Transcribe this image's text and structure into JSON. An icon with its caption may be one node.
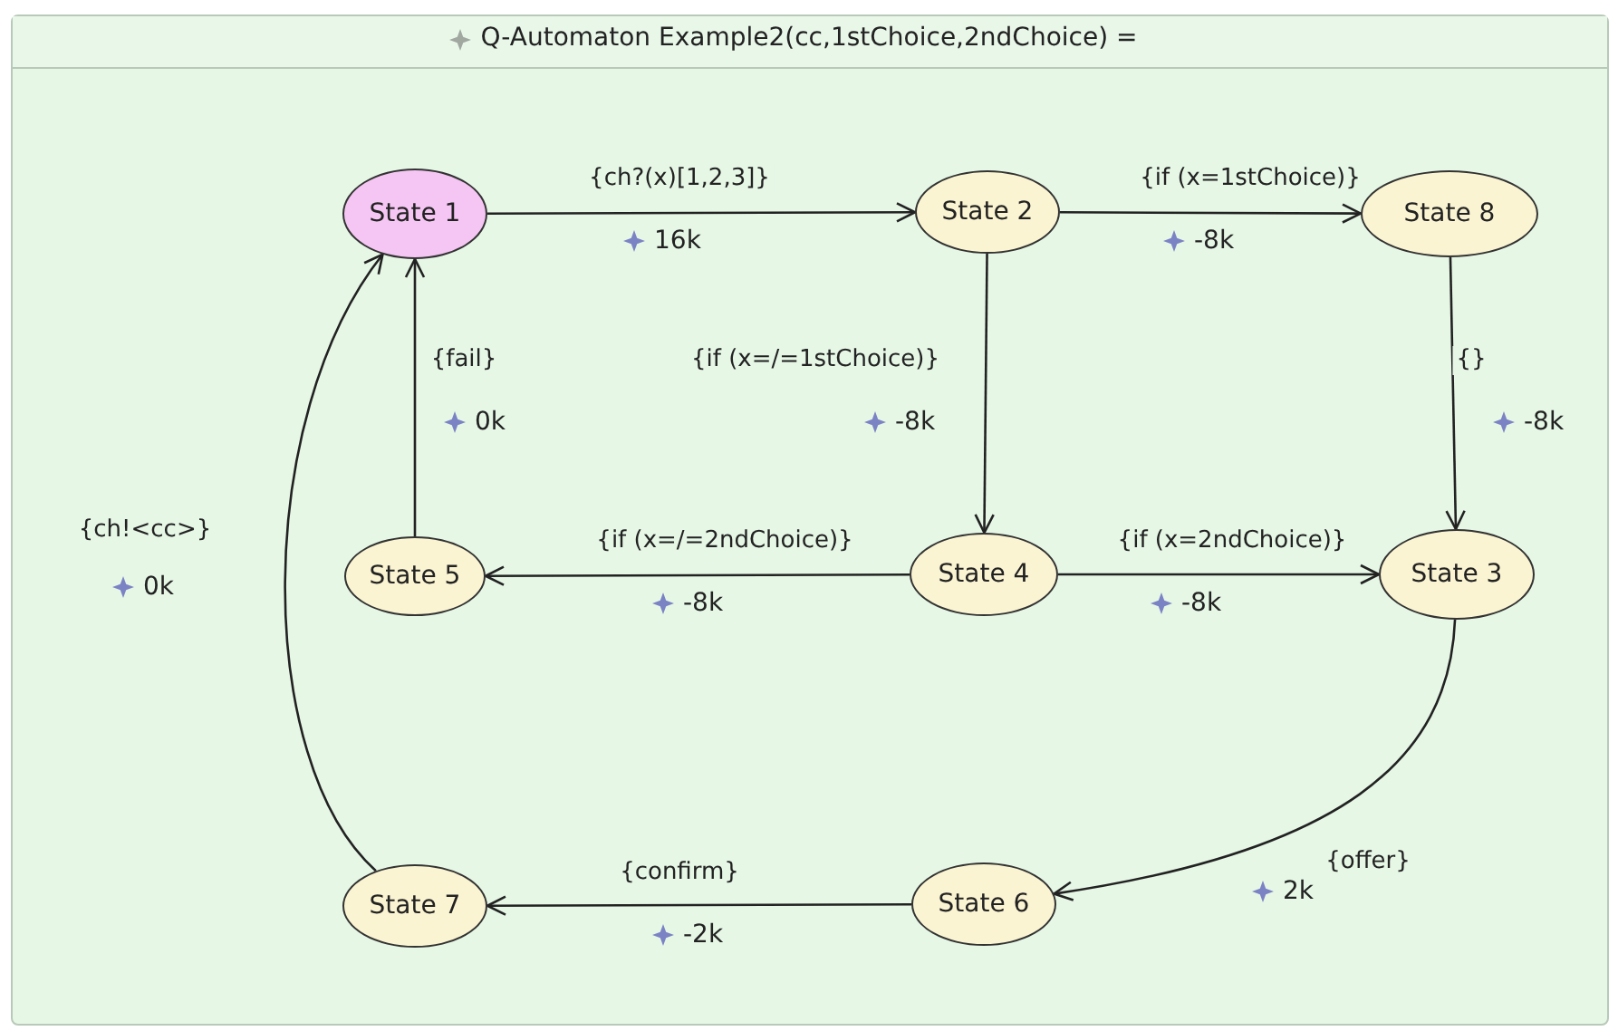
{
  "diagram": {
    "title": "Q-Automaton Example2(cc,1stChoice,2ndChoice) =",
    "nodes": [
      {
        "text": [
          "State 1"
        ]
      },
      {
        "text": [
          "State 2"
        ]
      },
      {
        "text": [
          "State 8"
        ]
      },
      {
        "text": [
          "State 5"
        ]
      },
      {
        "text": [
          "State 4"
        ]
      },
      {
        "text": [
          "State 3"
        ]
      },
      {
        "text": [
          "State 7"
        ]
      },
      {
        "text": [
          "State 6"
        ]
      }
    ],
    "edges": [
      {
        "from": 0,
        "to": 1,
        "arrow": "to",
        "label": "{ch?(x)[1,2,3]}"
      },
      {
        "from": 1,
        "to": 2,
        "arrow": "to",
        "label": "{if (x=1stChoice)}"
      },
      {
        "from": 1,
        "to": 4,
        "arrow": "to",
        "label": "{if (x=/=1stChoice)}"
      },
      {
        "from": 2,
        "to": 5,
        "arrow": "to",
        "label": "{}"
      },
      {
        "from": 3,
        "to": 0,
        "arrow": "to",
        "label": "{fail}"
      },
      {
        "from": 4,
        "to": 3,
        "arrow": "to",
        "label": "{if (x=/=2ndChoice)}"
      },
      {
        "from": 4,
        "to": 5,
        "arrow": "to",
        "label": "{if (x=2ndChoice)}"
      },
      {
        "from": 5,
        "to": 7,
        "arrow": "to",
        "label": "{offer}"
      },
      {
        "from": 7,
        "to": 6,
        "arrow": "to",
        "label": "{confirm}"
      },
      {
        "from": 6,
        "to": 0,
        "arrow": "to",
        "label": "{ch!<cc>}"
      }
    ],
    "labels": [
      "16k",
      "-8k",
      "0k",
      "-8k",
      "-8k",
      "0k",
      "-8k",
      "-8k",
      "2k",
      "-2k"
    ]
  }
}
